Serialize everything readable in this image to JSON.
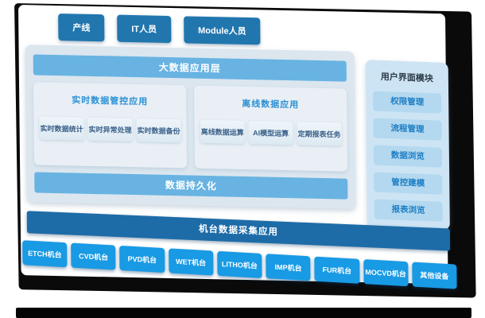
{
  "diagram": {
    "actors": [
      "产线",
      "IT人员",
      "Module人员"
    ],
    "app_layer_bar": "大数据应用层",
    "realtime": {
      "title": "实时数据管控应用",
      "items": [
        "实时数据统计",
        "实时异常处理",
        "实时数据备份"
      ]
    },
    "offline": {
      "title": "离线数据应用",
      "items": [
        "离线数据运算",
        "AI模型运算",
        "定期报表任务"
      ]
    },
    "persistence_bar": "数据持久化",
    "ui_modules": {
      "title": "用户界面模块",
      "items": [
        "权限管理",
        "流程管理",
        "数据浏览",
        "管控建模",
        "报表浏览"
      ]
    },
    "collection_bar": "机台数据采集应用",
    "machines": [
      "ETCH机台",
      "CVD机台",
      "PVD机台",
      "WET机台",
      "LITHO机台",
      "IMP机台",
      "FUR机台",
      "MOCVD机台",
      "其他设备"
    ]
  },
  "colors": {
    "slab": "#0a0a0a",
    "actor_chip": "#2176ae",
    "layer_bar": "#68b3e2",
    "main_panel": "#dbe6ef",
    "sub_panel": "#e9eff5",
    "sub_title_text": "#2a90d4",
    "node_box_text": "#3b6189",
    "right_panel": "#cde4f4",
    "ui_item": "#b3d8ef",
    "ui_item_text": "#1b7ec5",
    "collection_bar": "#1d6ca8",
    "machine_chip": "#189ae4"
  }
}
